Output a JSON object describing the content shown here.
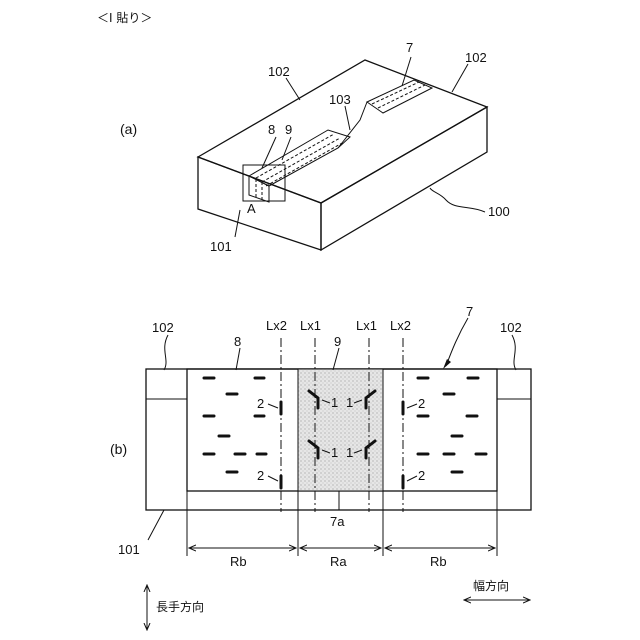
{
  "header": "＜I 貼り＞",
  "panel_a": {
    "label": "(a)",
    "callouts": {
      "ref_102_left": "102",
      "ref_102_right": "102",
      "ref_7": "7",
      "ref_103": "103",
      "ref_8": "8",
      "ref_9": "9",
      "ref_A": "A",
      "ref_101": "101",
      "ref_100": "100"
    }
  },
  "panel_b": {
    "label": "(b)",
    "callouts": {
      "ref_102_left": "102",
      "ref_102_right": "102",
      "ref_101": "101",
      "ref_8": "8",
      "ref_9": "9",
      "ref_7": "7",
      "ref_7a": "7a",
      "lx2_left": "Lx2",
      "lx1_left": "Lx1",
      "lx1_right": "Lx1",
      "lx2_right": "Lx2",
      "mark_2_ul": "2",
      "mark_2_ll": "2",
      "mark_2_ur": "2",
      "mark_2_lr": "2",
      "mark_1_ul": "1",
      "mark_1_ll": "1",
      "mark_1_ur": "1",
      "mark_1_lr": "1"
    },
    "dimensions": {
      "rb_left": "Rb",
      "ra": "Ra",
      "rb_right": "Rb"
    }
  },
  "directions": {
    "width": "幅方向",
    "length": "長手方向"
  }
}
